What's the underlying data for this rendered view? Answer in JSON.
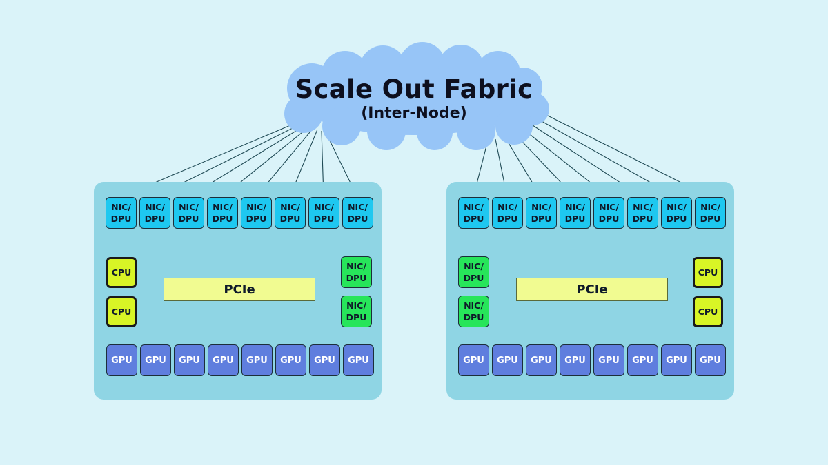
{
  "cloud": {
    "title": "Scale Out Fabric",
    "subtitle": "(Inter-Node)"
  },
  "nodes": [
    {
      "nic_row": [
        "NIC/\nDPU",
        "NIC/\nDPU",
        "NIC/\nDPU",
        "NIC/\nDPU",
        "NIC/\nDPU",
        "NIC/\nDPU",
        "NIC/\nDPU",
        "NIC/\nDPU"
      ],
      "cpus": [
        "CPU",
        "CPU"
      ],
      "side_nics": [
        "NIC/\nDPU",
        "NIC/\nDPU"
      ],
      "pcie": "PCIe",
      "gpus": [
        "GPU",
        "GPU",
        "GPU",
        "GPU",
        "GPU",
        "GPU",
        "GPU",
        "GPU"
      ]
    },
    {
      "nic_row": [
        "NIC/\nDPU",
        "NIC/\nDPU",
        "NIC/\nDPU",
        "NIC/\nDPU",
        "NIC/\nDPU",
        "NIC/\nDPU",
        "NIC/\nDPU",
        "NIC/\nDPU"
      ],
      "cpus": [
        "CPU",
        "CPU"
      ],
      "side_nics": [
        "NIC/\nDPU",
        "NIC/\nDPU"
      ],
      "pcie": "PCIe",
      "gpus": [
        "GPU",
        "GPU",
        "GPU",
        "GPU",
        "GPU",
        "GPU",
        "GPU",
        "GPU"
      ]
    }
  ],
  "colors": {
    "background": "#daf3f9",
    "cloud": "#97c5f7",
    "node": "#8fd5e4",
    "nic": "#1ec8f0",
    "side_nic": "#27e55a",
    "cpu": "#d8f526",
    "gpu": "#5f7ede",
    "pcie": "#f1fb91"
  }
}
